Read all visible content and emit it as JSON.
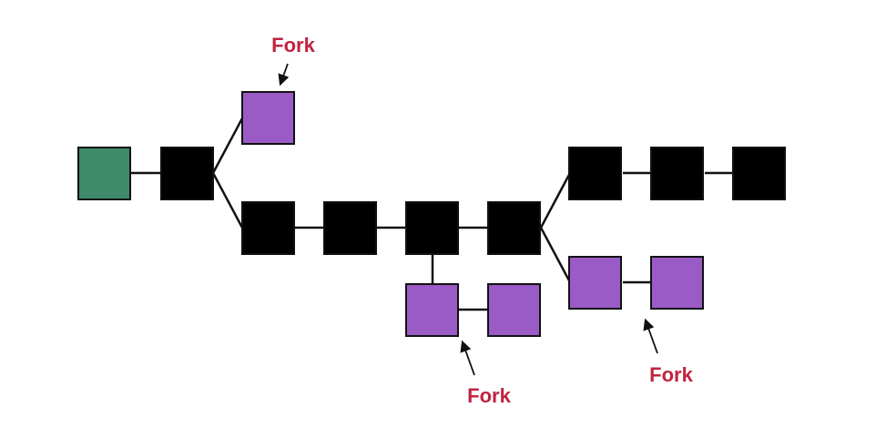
{
  "colors": {
    "genesis": "#3f8a6a",
    "main_chain": "#000000",
    "fork_block": "#9a5bc7",
    "label": "#c0243f"
  },
  "labels": {
    "fork_top": "Fork",
    "fork_bottom_middle": "Fork",
    "fork_bottom_right": "Fork"
  }
}
